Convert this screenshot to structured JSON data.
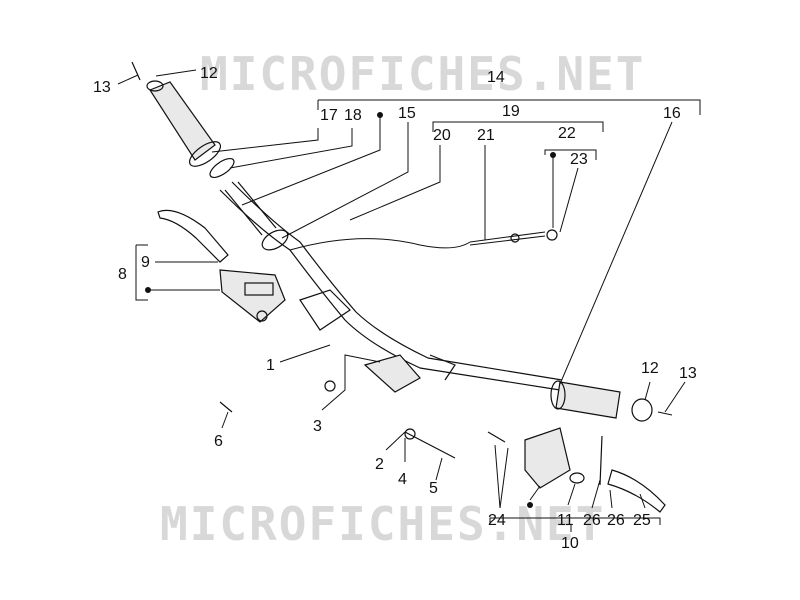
{
  "watermark": {
    "text": "MICROFICHES.NET"
  },
  "callouts": {
    "c13a": "13",
    "c12a": "12",
    "c14": "14",
    "c17": "17",
    "c18": "18",
    "c15": "15",
    "c19": "19",
    "c20": "20",
    "c21": "21",
    "c22": "22",
    "c23": "23",
    "c16": "16",
    "c9": "9",
    "c8": "8",
    "c1": "1",
    "c3": "3",
    "c6": "6",
    "c2": "2",
    "c4": "4",
    "c5": "5",
    "c12b": "12",
    "c13b": "13",
    "c24": "24",
    "c11": "11",
    "c26a": "26",
    "c26b": "26",
    "c25": "25",
    "c10": "10"
  }
}
